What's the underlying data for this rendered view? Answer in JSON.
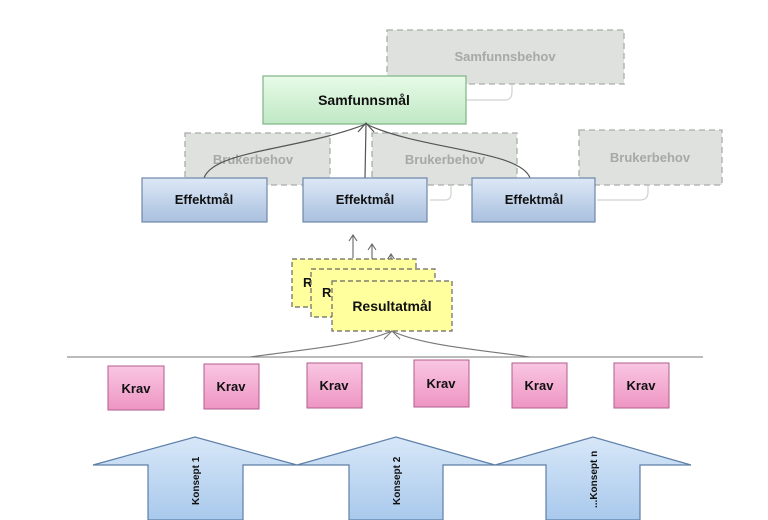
{
  "diagram": {
    "samfunnsbehov": "Samfunnsbehov",
    "samfunnsmal": "Samfunnsmål",
    "brukerbehov": [
      "Brukerbehov",
      "Brukerbehov",
      "Brukerbehov"
    ],
    "effektmal": [
      "Effektmål",
      "Effektmål",
      "Effektmål"
    ],
    "resultatmal": "Resultatmål",
    "resultatmal_back": [
      "R",
      "R"
    ],
    "krav": [
      "Krav",
      "Krav",
      "Krav",
      "Krav",
      "Krav",
      "Krav"
    ],
    "konsept": [
      "Konsept 1",
      "Konsept 2",
      "...Konsept n"
    ]
  },
  "colors": {
    "green_box": "#c6efce",
    "blue_box": "#b8cce4",
    "gray_box": "#d9dcd9",
    "yellow_box": "#ffff9e",
    "pink_box": "#f3a8d0",
    "arrow_blue": "#b9d4f1"
  }
}
